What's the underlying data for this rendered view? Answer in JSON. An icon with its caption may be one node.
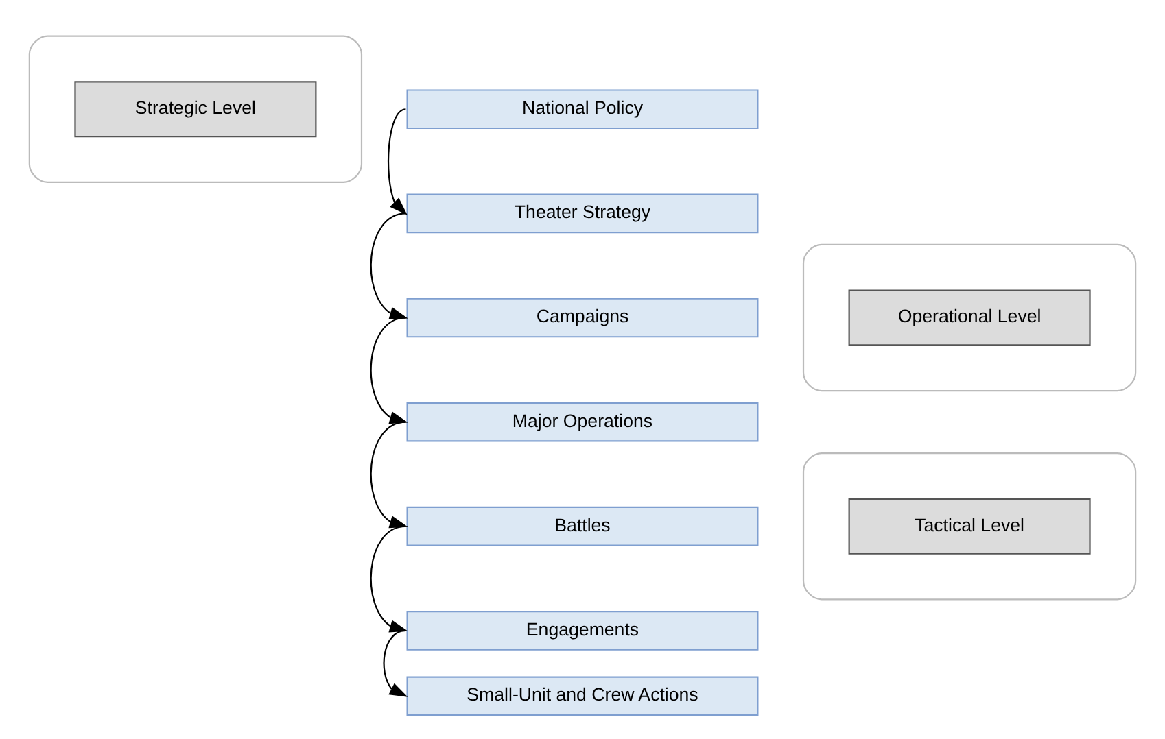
{
  "diagram": {
    "nodes": [
      {
        "text": [],
        "shape": "ellipse"
      },
      {
        "text": [
          "Strategic Level"
        ],
        "in": 0
      },
      {
        "text": [
          "National Policy"
        ]
      },
      {
        "text": [
          "Theater Strategy"
        ]
      },
      {
        "text": [],
        "shape": "ellipse"
      },
      {
        "text": [
          "Operational Level"
        ],
        "in": 4
      },
      {
        "text": [
          "Campaigns"
        ]
      },
      {
        "text": [
          "Major Operations"
        ]
      },
      {
        "text": [],
        "shape": "ellipse"
      },
      {
        "text": [
          "Tactical Level"
        ],
        "in": 8
      },
      {
        "text": [
          "Battles"
        ]
      },
      {
        "text": [
          "Engagements"
        ]
      },
      {
        "text": [
          "Small-Unit and Crew Actions"
        ]
      }
    ],
    "edges": [
      {
        "from": 2,
        "to": 3,
        "arrow": "to"
      },
      {
        "from": 3,
        "to": 6,
        "arrow": "to"
      },
      {
        "from": 6,
        "to": 7,
        "arrow": "to"
      },
      {
        "from": 7,
        "to": 10,
        "arrow": "to"
      },
      {
        "from": 10,
        "to": 11,
        "arrow": "to"
      },
      {
        "from": 11,
        "to": 12,
        "arrow": "to"
      }
    ]
  }
}
